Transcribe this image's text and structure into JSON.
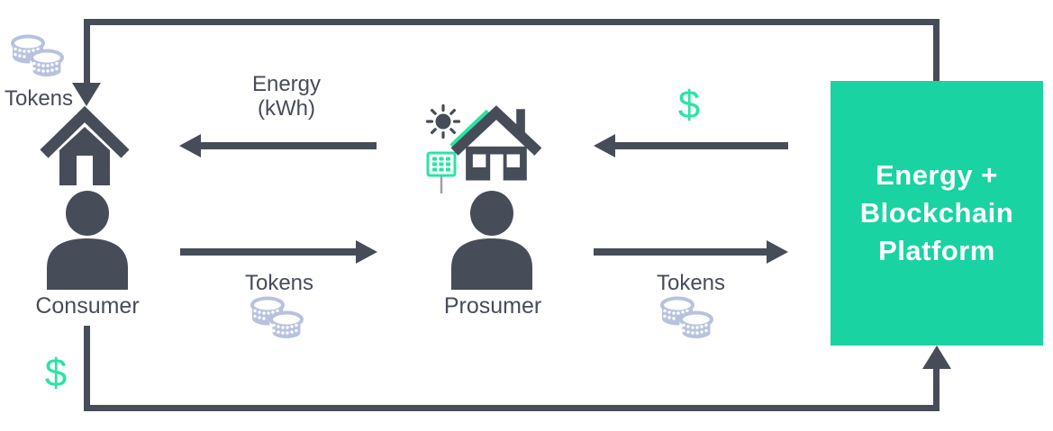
{
  "palette": {
    "slate": "#474C59",
    "mint_box": "#19D3A2",
    "mint_accent": "#2BE3A2",
    "coin": "#B8C2DE",
    "pole_gray": "#9AA0AE"
  },
  "diagram": {
    "nodes": {
      "consumer": {
        "label": "Consumer"
      },
      "prosumer": {
        "label": "Prosumer"
      },
      "platform": {
        "title": "Energy +\nBlockchain\nPlatform"
      }
    },
    "labels": {
      "tokens_platform_to_consumer": "Tokens",
      "energy_prosumer_to_consumer": "Energy\n(kWh)",
      "tokens_consumer_to_prosumer": "Tokens",
      "dollar_platform_to_prosumer": "$",
      "tokens_prosumer_to_platform": "Tokens",
      "dollar_consumer_to_platform": "$"
    },
    "icons": {
      "coin_stack": "coin-stack-icon",
      "house": "house-icon",
      "solar_house": "solar-house-icon",
      "sun": "sun-icon",
      "solar_panel": "solar-panel-icon",
      "person": "person-icon"
    }
  }
}
